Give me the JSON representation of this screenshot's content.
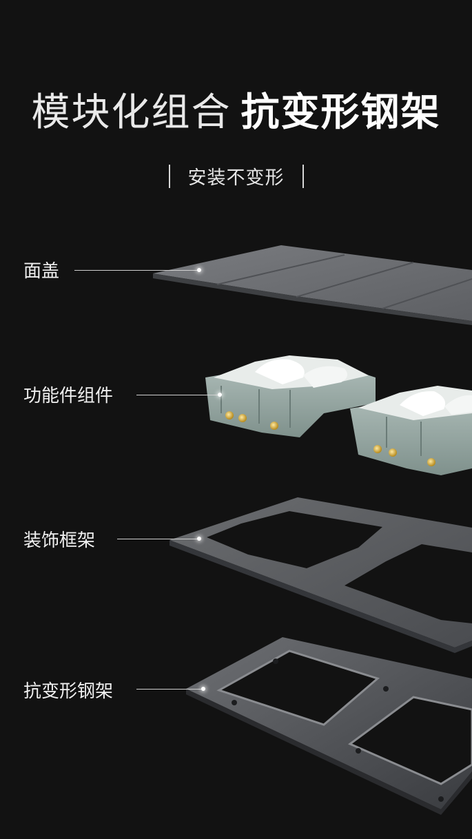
{
  "header": {
    "title_regular": "模块化组合",
    "title_bold": "抗变形钢架",
    "subtitle": "安装不变形"
  },
  "layers": [
    {
      "label": "面盖"
    },
    {
      "label": "功能件组件"
    },
    {
      "label": "装饰框架"
    },
    {
      "label": "抗变形钢架"
    }
  ]
}
